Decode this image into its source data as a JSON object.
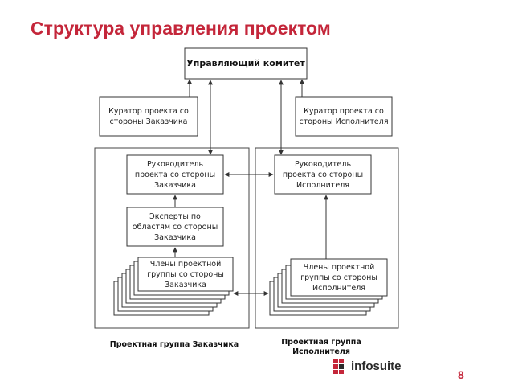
{
  "slide": {
    "title": "Структура управления проектом",
    "page_number": "8"
  },
  "nodes": {
    "steering_committee": "Управляющий комитет",
    "curator_customer": "Куратор проекта со стороны Заказчика",
    "curator_contractor": "Куратор проекта со стороны Исполнителя",
    "manager_customer": "Руководитель проекта со стороны Заказчика",
    "manager_contractor": "Руководитель проекта со стороны Исполнителя",
    "experts_customer": "Эксперты по областям со стороны Заказчика",
    "team_customer": "Члены проектной группы со стороны Заказчика",
    "team_contractor": "Члены проектной группы со стороны Исполнителя"
  },
  "groups": {
    "customer_group": "Проектная группа Заказчика",
    "contractor_group": "Проектная группа Исполнителя"
  },
  "logo": {
    "text": "infosuite",
    "icon": "infosuite-logo-icon",
    "colors": {
      "red": "#c4263a",
      "dark": "#2b2b2b"
    }
  },
  "colors": {
    "accent": "#c4263a",
    "line": "#333333"
  }
}
